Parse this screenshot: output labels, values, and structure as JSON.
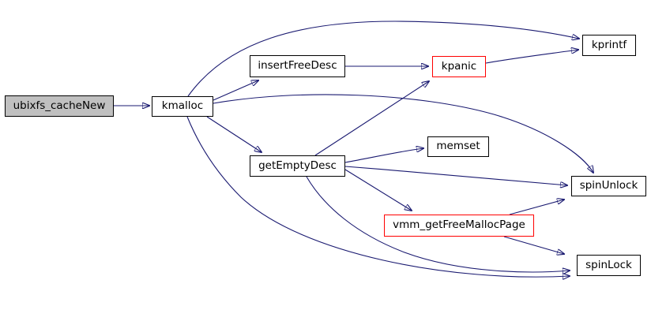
{
  "diagram": {
    "type": "call-graph",
    "background_color": "#ffffff",
    "edge_color": "#191970",
    "root_fill_color": "#c0c0c0",
    "highlight_border_color": "#ff0000",
    "normal_border_color": "#000000",
    "nodes": [
      {
        "id": "ubixfs_cacheNew",
        "label": "ubixfs_cacheNew",
        "fill": "#c0c0c0",
        "border": "#000000"
      },
      {
        "id": "kmalloc",
        "label": "kmalloc",
        "fill": "#ffffff",
        "border": "#000000"
      },
      {
        "id": "insertFreeDesc",
        "label": "insertFreeDesc",
        "fill": "#ffffff",
        "border": "#000000"
      },
      {
        "id": "kpanic",
        "label": "kpanic",
        "fill": "#ffffff",
        "border": "#ff0000"
      },
      {
        "id": "kprintf",
        "label": "kprintf",
        "fill": "#ffffff",
        "border": "#000000"
      },
      {
        "id": "getEmptyDesc",
        "label": "getEmptyDesc",
        "fill": "#ffffff",
        "border": "#000000"
      },
      {
        "id": "memset",
        "label": "memset",
        "fill": "#ffffff",
        "border": "#000000"
      },
      {
        "id": "spinUnlock",
        "label": "spinUnlock",
        "fill": "#ffffff",
        "border": "#000000"
      },
      {
        "id": "vmm_getFreeMallocPage",
        "label": "vmm_getFreeMallocPage",
        "fill": "#ffffff",
        "border": "#ff0000"
      },
      {
        "id": "spinLock",
        "label": "spinLock",
        "fill": "#ffffff",
        "border": "#000000"
      }
    ],
    "edges": [
      {
        "from": "ubixfs_cacheNew",
        "to": "kmalloc"
      },
      {
        "from": "kmalloc",
        "to": "kprintf"
      },
      {
        "from": "kmalloc",
        "to": "insertFreeDesc"
      },
      {
        "from": "kmalloc",
        "to": "getEmptyDesc"
      },
      {
        "from": "kmalloc",
        "to": "spinUnlock"
      },
      {
        "from": "kmalloc",
        "to": "spinLock"
      },
      {
        "from": "insertFreeDesc",
        "to": "kpanic"
      },
      {
        "from": "kpanic",
        "to": "kprintf"
      },
      {
        "from": "getEmptyDesc",
        "to": "kpanic"
      },
      {
        "from": "getEmptyDesc",
        "to": "memset"
      },
      {
        "from": "getEmptyDesc",
        "to": "spinUnlock"
      },
      {
        "from": "getEmptyDesc",
        "to": "vmm_getFreeMallocPage"
      },
      {
        "from": "getEmptyDesc",
        "to": "spinLock"
      },
      {
        "from": "vmm_getFreeMallocPage",
        "to": "spinUnlock"
      },
      {
        "from": "vmm_getFreeMallocPage",
        "to": "spinLock"
      }
    ]
  }
}
